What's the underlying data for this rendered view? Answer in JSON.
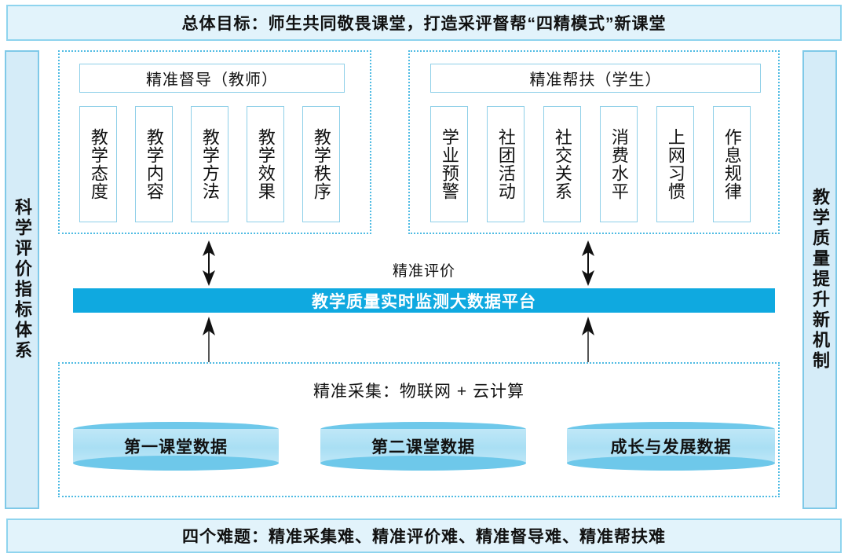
{
  "top_banner": {
    "text": "总体目标：师生共同敬畏课堂，打造采评督帮“四精模式”新课堂"
  },
  "bottom_banner": {
    "text": "四个难题：精准采集难、精准评价难、精准督导难、精准帮扶难"
  },
  "left_rail": {
    "text": "科学评价指标体系"
  },
  "right_rail": {
    "text": "教学质量提升新机制"
  },
  "teacher_panel": {
    "header": "精准督导（教师）",
    "items": [
      {
        "label": "教学态度"
      },
      {
        "label": "教学内容"
      },
      {
        "label": "教学方法"
      },
      {
        "label": "教学效果"
      },
      {
        "label": "教学秩序"
      }
    ]
  },
  "student_panel": {
    "header": "精准帮扶（学生）",
    "items": [
      {
        "label": "学业预警"
      },
      {
        "label": "社团活动"
      },
      {
        "label": "社交关系"
      },
      {
        "label": "消费水平"
      },
      {
        "label": "上网习惯"
      },
      {
        "label": "作息规律"
      }
    ]
  },
  "evaluation": {
    "label": "精准评价"
  },
  "platform_bar": {
    "label": "教学质量实时监测大数据平台"
  },
  "collection": {
    "label": "精准采集：物联网 + 云计算",
    "datastores": [
      {
        "label": "第一课堂数据"
      },
      {
        "label": "第二课堂数据"
      },
      {
        "label": "成长与发展数据"
      }
    ]
  },
  "colors": {
    "banner_fill": "#e2f3fb",
    "banner_border": "#8fd4ee",
    "rail_fill": "#d5ecf8",
    "rail_border": "#7fc9e8",
    "panel_border": "#4fbbe3",
    "accent_bar": "#0fa9e0",
    "cylinder_body": "#bfe7f7",
    "cylinder_ellipse": "#6ec8ea",
    "arrow": "#111111"
  }
}
